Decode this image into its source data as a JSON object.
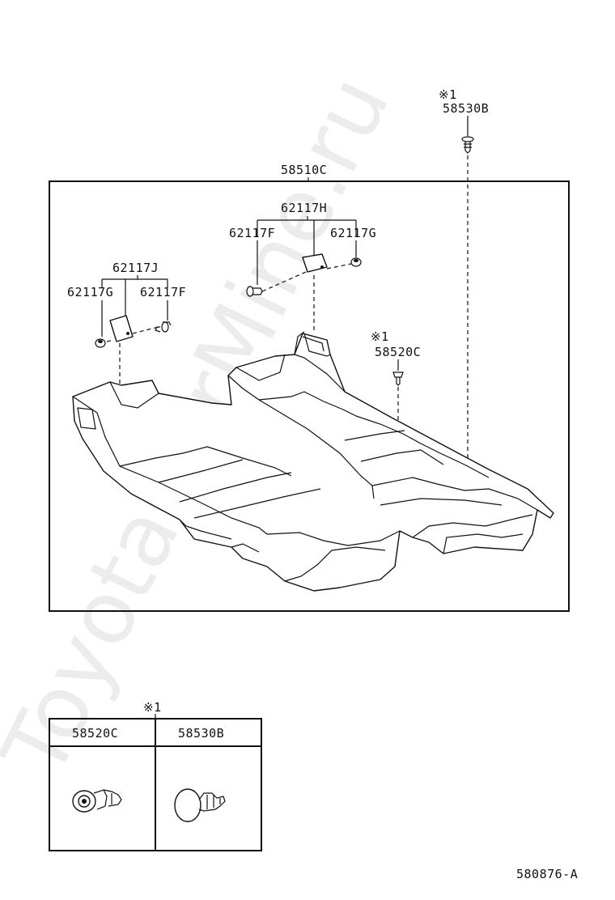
{
  "labels": {
    "main_part": "58510C",
    "group_h": "62117H",
    "group_h_left": "62117F",
    "group_h_right": "62117G",
    "group_j": "62117J",
    "group_j_left": "62117G",
    "group_j_right": "62117F",
    "note_mark_top": "※1",
    "clip_top": "58530B",
    "note_mark_mid": "※1",
    "clip_mid": "58520C",
    "table_note": "※1",
    "table_col1": "58520C",
    "table_col2": "58530B",
    "diagram_id": "580876-A"
  },
  "watermark": "ToyotaCarMine.ru"
}
